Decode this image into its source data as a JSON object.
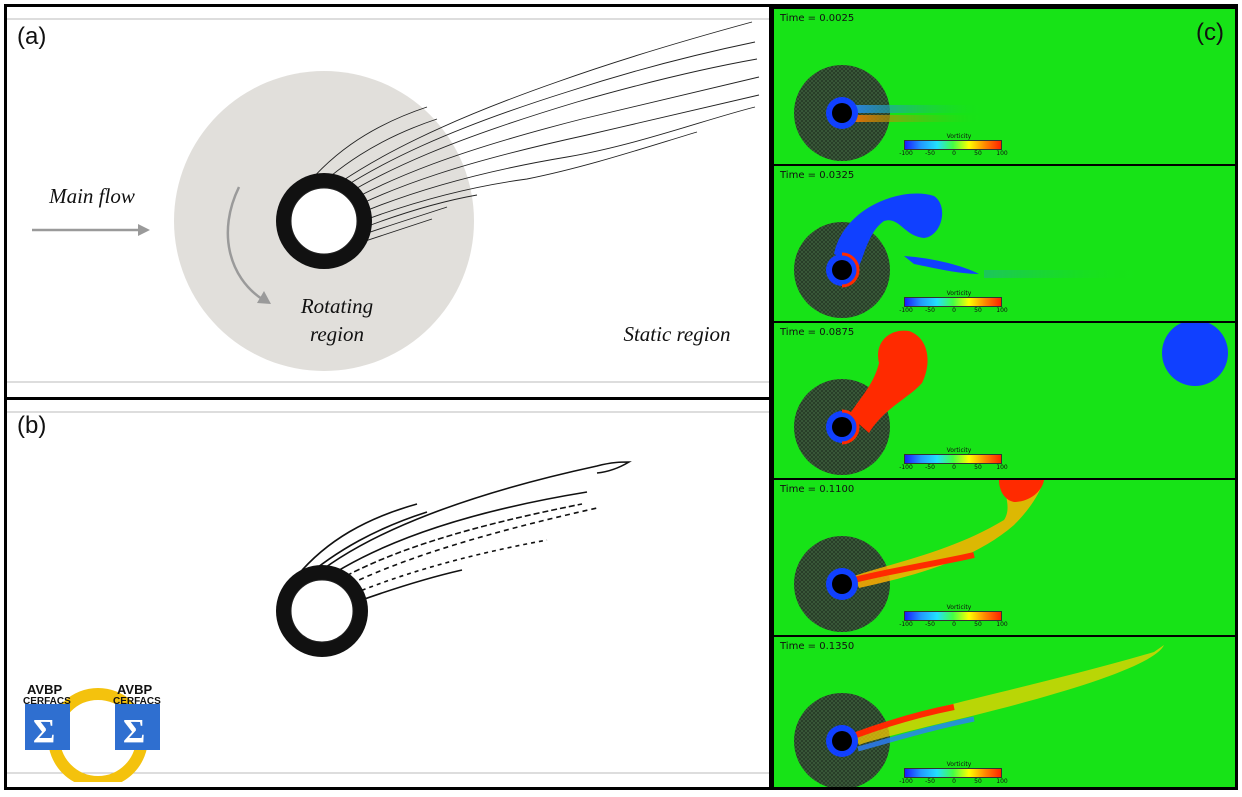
{
  "panel_a": {
    "label": "(a)",
    "main_flow": "Main flow",
    "rotating_region_line1": "Rotating",
    "rotating_region_line2": "region",
    "static_region": "Static region",
    "colors": {
      "rotating_disk": "#e1dfdb",
      "arrow": "#9a9a9a"
    }
  },
  "panel_b": {
    "label": "(b)",
    "logo": {
      "text1": "AVBP",
      "text2": "CERFACS",
      "ring_color": "#f4c20d"
    }
  },
  "panel_c": {
    "label": "(c)",
    "colorbar_title": "Vorticity",
    "colorbar_ticks": [
      "-100",
      "-50",
      "0",
      "50",
      "100"
    ],
    "frames": [
      {
        "time_label": "Time = 0.0025"
      },
      {
        "time_label": "Time = 0.0325"
      },
      {
        "time_label": "Time = 0.0875"
      },
      {
        "time_label": "Time = 0.1100"
      },
      {
        "time_label": "Time = 0.1350"
      }
    ],
    "colors": {
      "background": "#17e317",
      "negative": "#1040ff",
      "positive": "#ff2a00"
    }
  }
}
